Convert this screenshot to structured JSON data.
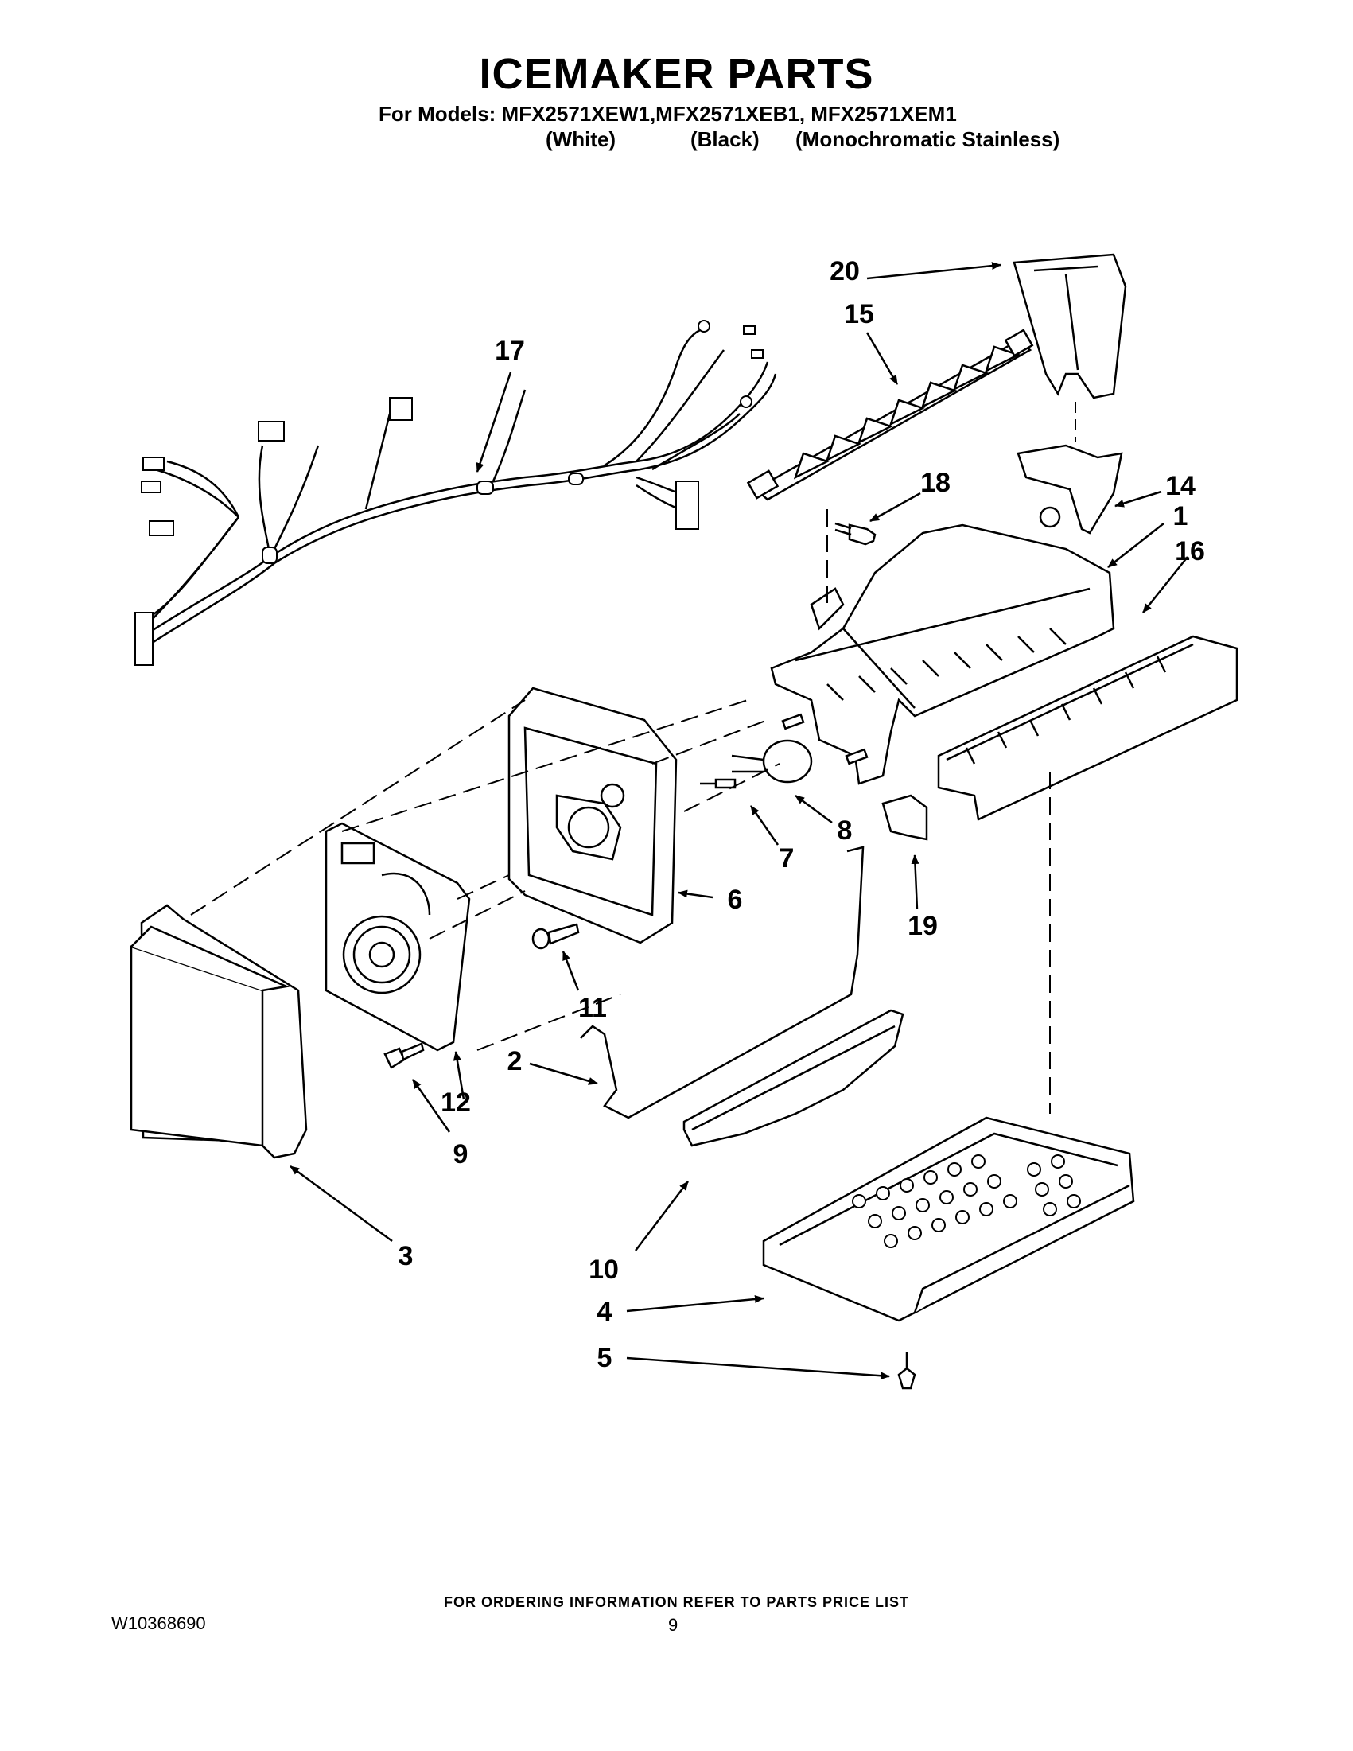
{
  "header": {
    "title": "ICEMAKER PARTS",
    "models_line": "For Models: MFX2571XEW1,MFX2571XEB1, MFX2571XEM1",
    "variants": [
      "(White)",
      "(Black)",
      "(Monochromatic Stainless)"
    ]
  },
  "callouts": [
    "1",
    "2",
    "3",
    "4",
    "5",
    "6",
    "7",
    "8",
    "9",
    "10",
    "11",
    "12",
    "14",
    "15",
    "16",
    "17",
    "18",
    "19",
    "20"
  ],
  "footer": {
    "ordering_note": "FOR ORDERING INFORMATION REFER TO PARTS PRICE LIST",
    "document_number": "W10368690",
    "page_number": "9"
  }
}
